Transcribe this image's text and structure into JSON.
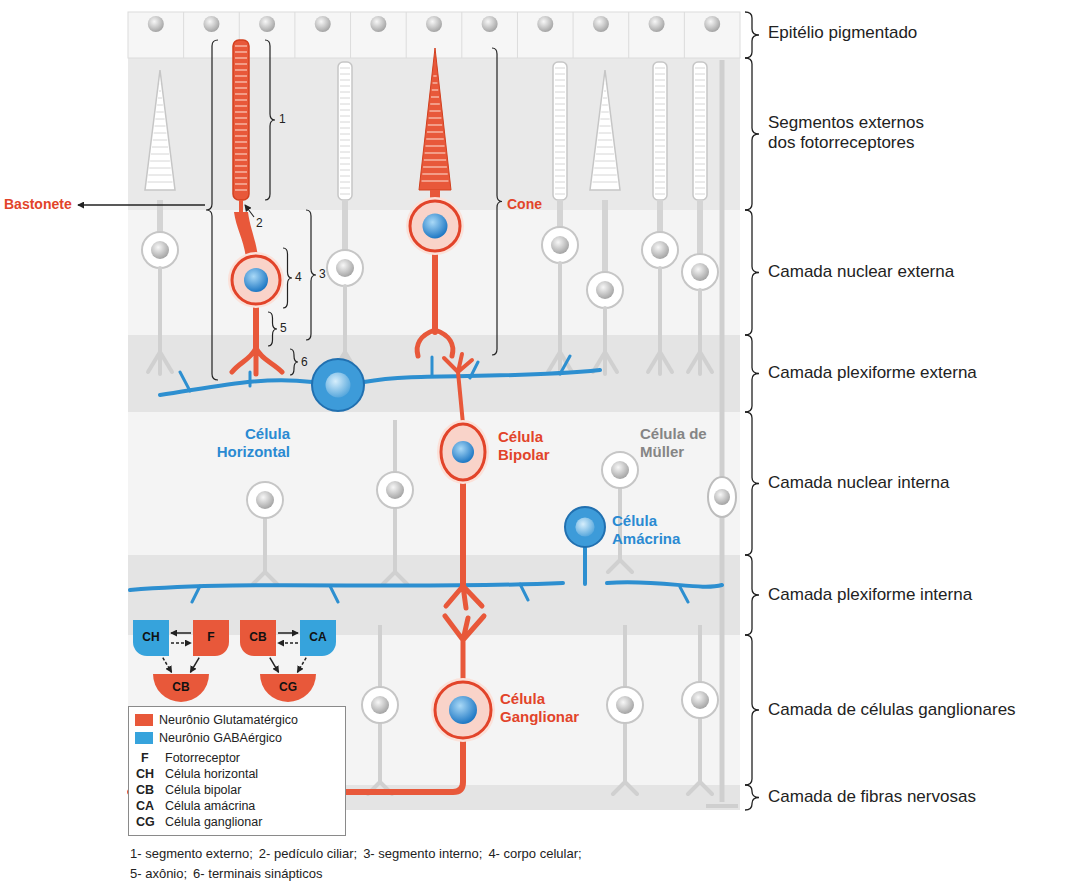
{
  "diagram": {
    "nodes": [
      {
        "text": [
          "CH"
        ]
      },
      {
        "text": [
          "F"
        ]
      },
      {
        "text": [
          "CB"
        ]
      },
      {
        "text": [
          "CB"
        ]
      },
      {
        "text": [
          "CA"
        ]
      },
      {
        "text": [
          "CG"
        ]
      }
    ],
    "edges": [
      {
        "from": 1,
        "to": 0,
        "arrow": "to"
      },
      {
        "from": 0,
        "to": 1,
        "arrow": "to"
      },
      {
        "from": 1,
        "to": 2,
        "arrow": "to"
      },
      {
        "from": 0,
        "to": 2,
        "arrow": "to"
      },
      {
        "from": 3,
        "to": 4,
        "arrow": "to"
      },
      {
        "from": 4,
        "to": 3,
        "arrow": "to"
      },
      {
        "from": 3,
        "to": 5,
        "arrow": "to"
      },
      {
        "from": 4,
        "to": 5,
        "arrow": "to"
      }
    ],
    "labels": [
      "Epitélio pigmentado",
      "Segmentos externos dos fotorreceptores",
      "Camada nuclear externa",
      "Camada plexiforme externa",
      "Camada nuclear interna",
      "Camada plexiforme interna",
      "Camada de células ganglionares",
      "Camada de fibras nervosas",
      "Bastonete",
      "Cone",
      "1",
      "2",
      "3",
      "4",
      "5",
      "6",
      "Célula Horizontal",
      "Célula Bipolar",
      "Célula de Müller",
      "Célula Amácrina",
      "Célula Ganglionar",
      "F",
      "Fotorreceptor",
      "CH",
      "Célula horizontal",
      "CB",
      "Célula bipolar",
      "CA",
      "Célula amácrina",
      "CG",
      "Célula ganglionar",
      "1- segmento externo;",
      "2- pedículo ciliar;",
      "3- segmento interno;",
      "4- corpo celular;",
      "5- axônio;",
      "6- terminais sinápticos"
    ],
    "legend": [
      {
        "text": "Neurônio Glutamatérgico",
        "color": "#e8583a"
      },
      {
        "text": "Neurônio GABAérgico",
        "color": "#36a3dc"
      }
    ]
  }
}
